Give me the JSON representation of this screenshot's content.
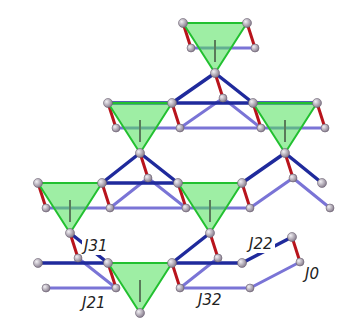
{
  "diagram": {
    "labels": [
      "J31",
      "J22",
      "J0",
      "J32",
      "J21"
    ]
  }
}
